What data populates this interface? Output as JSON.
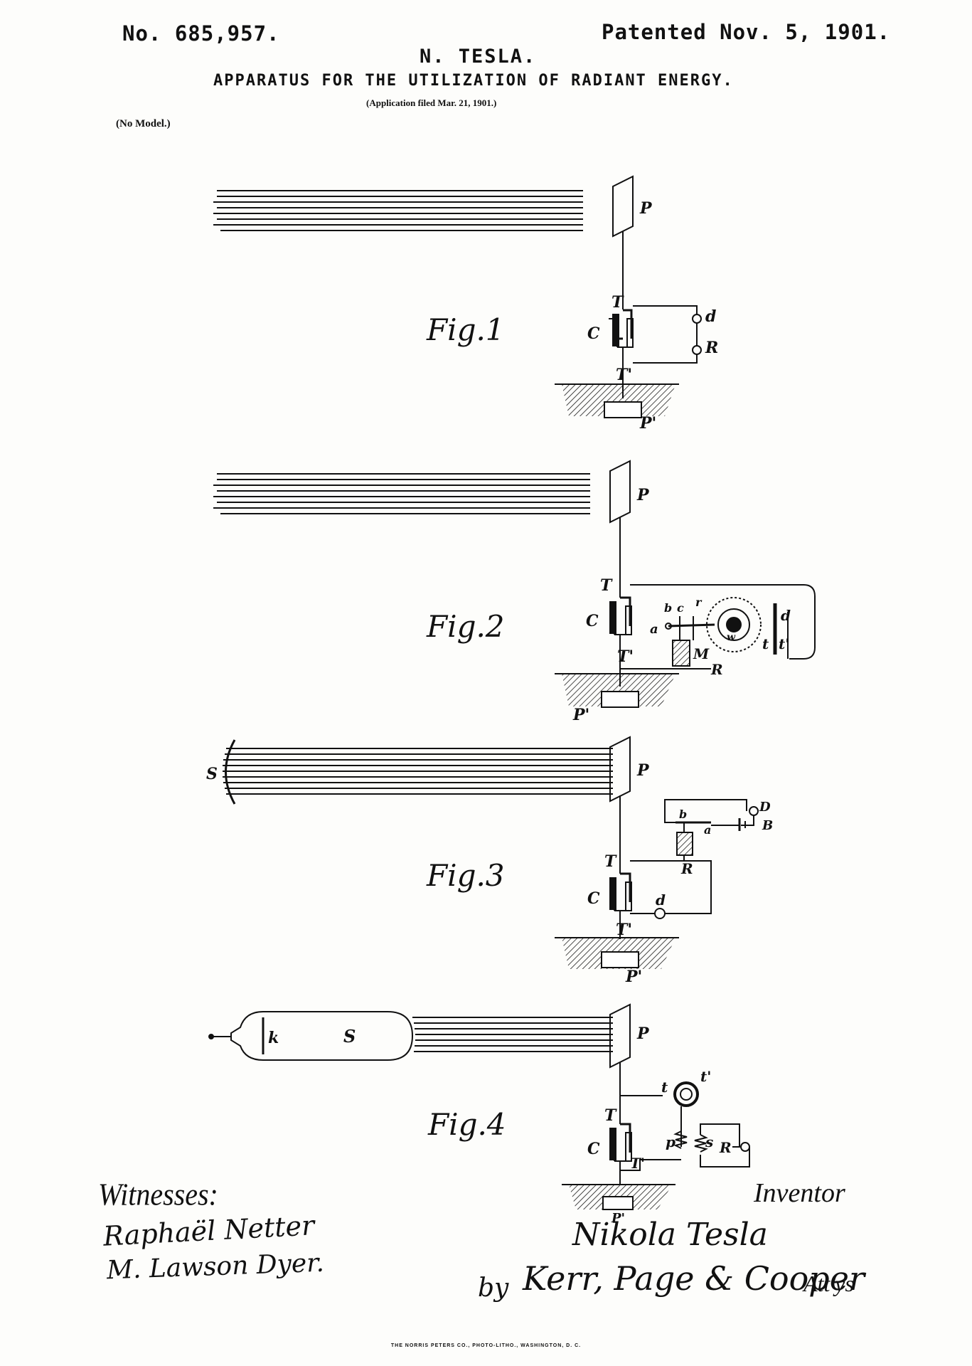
{
  "header": {
    "patent_number": "No. 685,957.",
    "patent_date": "Patented Nov. 5, 1901.",
    "inventor": "N. TESLA.",
    "title": "APPARATUS FOR THE UTILIZATION OF RADIANT ENERGY.",
    "application": "(Application filed Mar. 21, 1901.)",
    "model_note": "(No Model.)"
  },
  "figures": {
    "fig1": {
      "caption": "Fig.1",
      "labels": {
        "plate": "P",
        "terminal": "T",
        "condenser": "C",
        "terminal2": "T'",
        "ground_plate": "P'",
        "device": "d",
        "relay": "R"
      }
    },
    "fig2": {
      "caption": "Fig.2",
      "labels": {
        "plate": "P",
        "terminal": "T",
        "condenser": "C",
        "terminal2": "T'",
        "ground_plate": "P'",
        "a": "a",
        "b": "b",
        "c": "c",
        "r": "r",
        "w": "w",
        "m": "M",
        "d": "d",
        "t": "t",
        "t2": "t'",
        "relay": "R"
      }
    },
    "fig3": {
      "caption": "Fig.3",
      "labels": {
        "source": "S",
        "plate": "P",
        "terminal": "T",
        "condenser": "C",
        "terminal2": "T'",
        "ground_plate": "P'",
        "device": "d",
        "relay": "R",
        "a": "a",
        "b": "b",
        "D": "D",
        "B": "B"
      }
    },
    "fig4": {
      "caption": "Fig.4",
      "labels": {
        "cathode": "k",
        "tube": "S",
        "plate": "P",
        "terminal": "T",
        "condenser": "C",
        "terminal2": "T'",
        "ground_plate": "P'",
        "t": "t",
        "t2": "t'",
        "primary": "p",
        "secondary": "s",
        "relay": "R"
      }
    }
  },
  "signatures": {
    "witnesses_label": "Witnesses:",
    "witness_1": "Raphaël Netter",
    "witness_2": "M. Lawson Dyer.",
    "inventor_label": "Inventor",
    "inventor_signature": "Nikola Tesla",
    "by_label": "by",
    "attorney_signature": "Kerr, Page & Cooper",
    "attorneys_label": "Att'ys"
  },
  "footer": "THE NORRIS PETERS CO., PHOTO-LITHO., WASHINGTON, D. C."
}
